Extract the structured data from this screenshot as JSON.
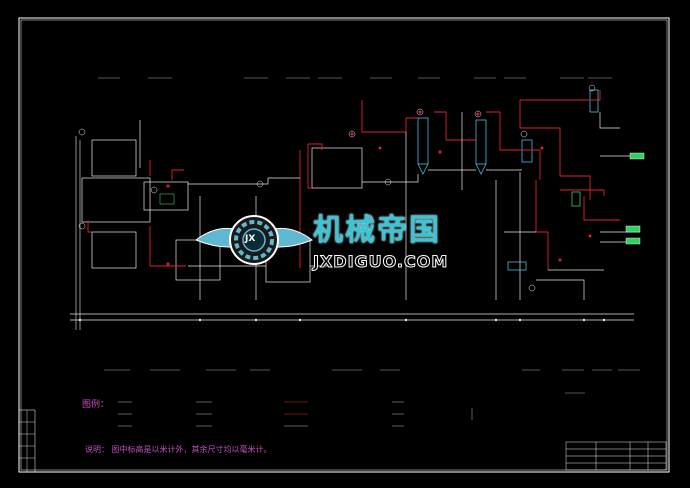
{
  "watermark": {
    "title_cn": "机械帝国",
    "site": "JXDIGUO.COM",
    "logo_text": "JX"
  },
  "note": {
    "text": "说明：  图中标高是以米计外，其余尺寸均以毫米计。"
  },
  "legend": {
    "title": "图例："
  },
  "colors": {
    "background": "#000000",
    "frame": "#ffffff",
    "pipe_red": "#e02030",
    "pipe_white": "#e8e8e8",
    "equipment_cyan": "#40c0e0",
    "equipment_green": "#30d060",
    "text_magenta": "#c050c0"
  }
}
